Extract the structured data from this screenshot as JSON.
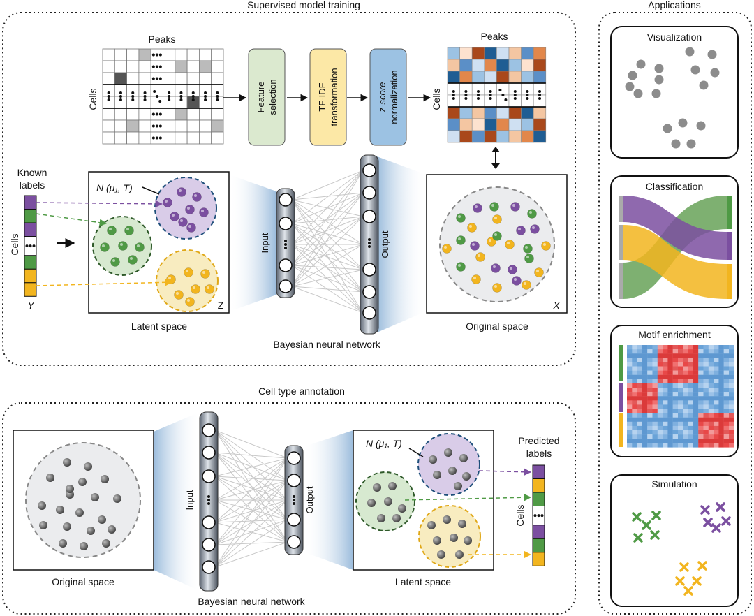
{
  "sections": {
    "training_title": "Supervised model training",
    "annotation_title": "Cell type annotation",
    "applications_title": "Applications"
  },
  "pipeline": {
    "peaks_label_left": "Peaks",
    "cells_label_left": "Cells",
    "steps": [
      {
        "line1": "Feature",
        "line2": "selection",
        "color": "#dbe9cf"
      },
      {
        "line1": "TF-IDF",
        "line2": "transformation",
        "color": "#fce8a6"
      },
      {
        "line1": "z-score",
        "line2": "normalization",
        "color": "#9cc2e3"
      }
    ],
    "peaks_label_right": "Peaks",
    "cells_label_right": "Cells"
  },
  "training": {
    "known_labels_line1": "Known",
    "known_labels_line2": "labels",
    "cells_label": "Cells",
    "y_label": "Y",
    "distribution_label": "N (μ₁, T)",
    "z_label": "Z",
    "latent_space_label": "Latent space",
    "input_label": "Input",
    "output_label": "Output",
    "bnn_label": "Bayesian neural network",
    "x_label": "X",
    "original_space_label": "Original space"
  },
  "annotation": {
    "original_space_label": "Original space",
    "input_label": "Input",
    "output_label": "Output",
    "bnn_label": "Bayesian neural network",
    "distribution_label": "N (μ₁, T)",
    "latent_space_label": "Latent space",
    "predicted_labels_line1": "Predicted",
    "predicted_labels_line2": "labels",
    "cells_label": "Cells"
  },
  "applications": {
    "visualization": "Visualization",
    "classification": "Classification",
    "motif_enrichment": "Motif enrichment",
    "simulation": "Simulation"
  },
  "colors": {
    "purple": "#7b4fa0",
    "green": "#4f9a45",
    "yellow": "#f2b51f",
    "grey_dot": "#8c8c8c",
    "dark_ball": "#555555"
  }
}
